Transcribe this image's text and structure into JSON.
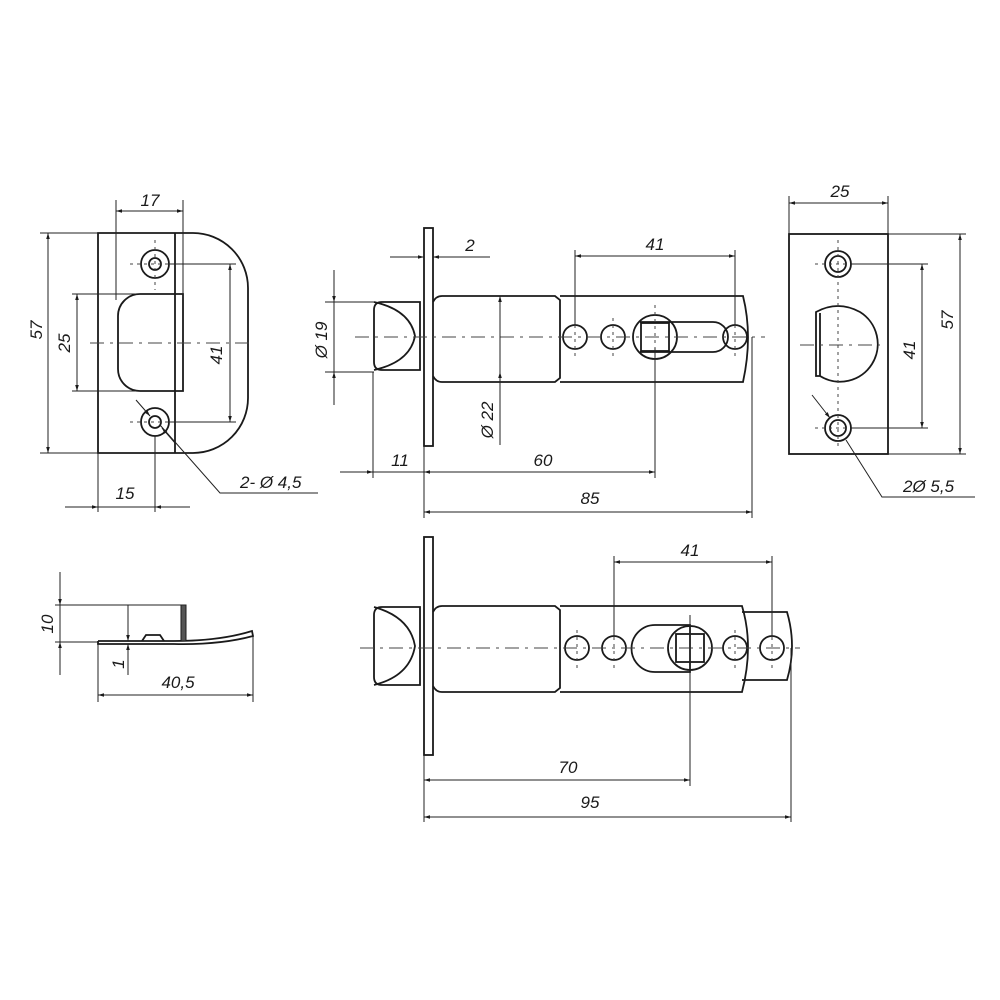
{
  "drawing": {
    "subject": "Door latch technical drawing with strike plates",
    "line_color": "#1a1a1a",
    "background": "#ffffff"
  },
  "strike_plate_front": {
    "dims": {
      "width_hole_offset": "17",
      "height_total": "57",
      "opening_height": "25",
      "hole_spacing": "41",
      "hole_from_edge": "15",
      "holes_callout": "2- Ø 4,5"
    }
  },
  "strike_plate_side": {
    "dims": {
      "lip_height": "10",
      "thickness": "1",
      "length": "40,5"
    }
  },
  "latch_60": {
    "dims": {
      "faceplate_thickness": "2",
      "bolt_diameter": "Ø 19",
      "body_diameter": "Ø 22",
      "hole_spacing": "41",
      "bolt_projection": "11",
      "backset": "60",
      "overall_length": "85"
    }
  },
  "latch_70": {
    "dims": {
      "hole_spacing": "41",
      "backset": "70",
      "overall_length": "95"
    }
  },
  "faceplate_front": {
    "dims": {
      "width": "25",
      "height_total": "57",
      "hole_spacing": "41",
      "holes_callout": "2Ø  5,5"
    }
  }
}
